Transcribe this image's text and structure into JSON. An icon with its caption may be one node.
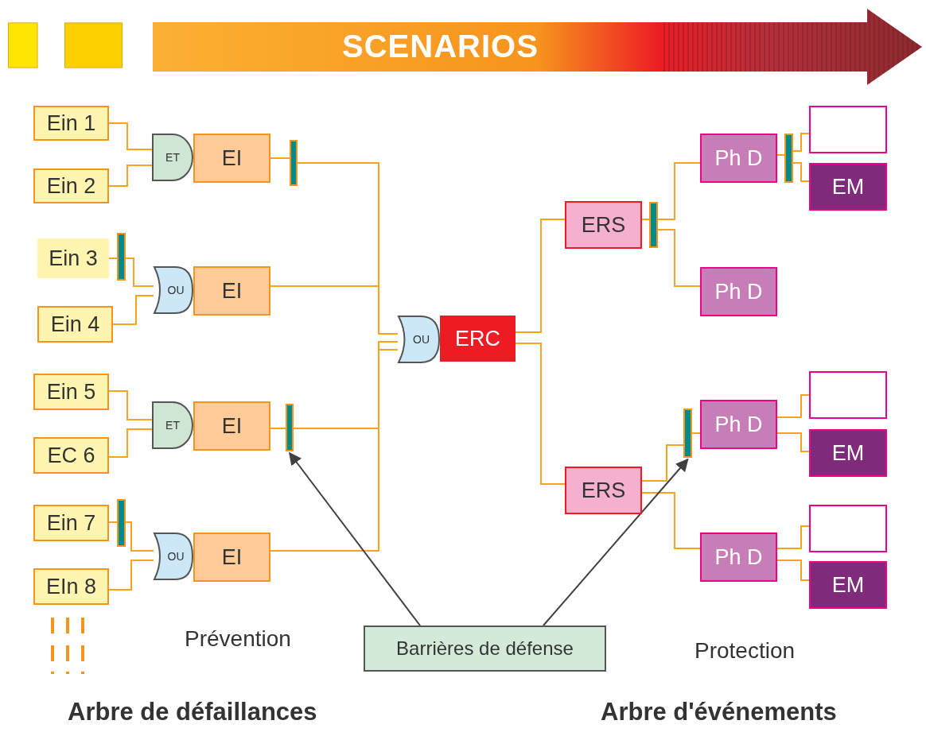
{
  "diagram": {
    "title": "SCENARIOS",
    "nodes": [
      {
        "text": [
          "Ein 1"
        ]
      },
      {
        "text": [
          "Ein 2"
        ]
      },
      {
        "text": [
          "ET"
        ]
      },
      {
        "text": [
          "EI"
        ]
      },
      {
        "text": [],
        "shape": "bar"
      },
      {
        "text": [
          "Ein 3"
        ]
      },
      {
        "text": [],
        "shape": "bar"
      },
      {
        "text": [
          "Ein 4"
        ]
      },
      {
        "text": [
          "OU"
        ]
      },
      {
        "text": [
          "EI"
        ]
      },
      {
        "text": [
          "Ein 5"
        ]
      },
      {
        "text": [
          "EC 6"
        ]
      },
      {
        "text": [
          "ET"
        ]
      },
      {
        "text": [
          "EI"
        ]
      },
      {
        "text": [],
        "shape": "bar"
      },
      {
        "text": [
          "Ein 7"
        ]
      },
      {
        "text": [],
        "shape": "bar"
      },
      {
        "text": [
          "EIn 8"
        ]
      },
      {
        "text": [
          "OU"
        ]
      },
      {
        "text": [
          "EI"
        ]
      },
      {
        "text": [
          "OU"
        ]
      },
      {
        "text": [
          "ERC"
        ]
      },
      {
        "text": [
          "ERS"
        ]
      },
      {
        "text": [],
        "shape": "bar"
      },
      {
        "text": [
          "Ph D"
        ]
      },
      {
        "text": [],
        "shape": "bar"
      },
      {
        "text": [],
        "shape": "box"
      },
      {
        "text": [
          "EM"
        ]
      },
      {
        "text": [
          "Ph D"
        ]
      },
      {
        "text": [
          "ERS"
        ]
      },
      {
        "text": [],
        "shape": "bar"
      },
      {
        "text": [
          "Ph D"
        ]
      },
      {
        "text": [],
        "shape": "box"
      },
      {
        "text": [
          "EM"
        ]
      },
      {
        "text": [
          "Ph D"
        ]
      },
      {
        "text": [],
        "shape": "box"
      },
      {
        "text": [
          "EM"
        ]
      },
      {
        "text": [
          "Barrières de défense"
        ]
      }
    ],
    "edges": [
      {
        "from": 0,
        "to": 2,
        "arrow": "none"
      },
      {
        "from": 1,
        "to": 2,
        "arrow": "none"
      },
      {
        "from": 3,
        "to": 4,
        "arrow": "none"
      },
      {
        "from": 4,
        "to": 20,
        "arrow": "none"
      },
      {
        "from": 5,
        "to": 6,
        "arrow": "none"
      },
      {
        "from": 6,
        "to": 8,
        "arrow": "none"
      },
      {
        "from": 7,
        "to": 8,
        "arrow": "none"
      },
      {
        "from": 9,
        "to": 20,
        "arrow": "none"
      },
      {
        "from": 10,
        "to": 12,
        "arrow": "none"
      },
      {
        "from": 11,
        "to": 12,
        "arrow": "none"
      },
      {
        "from": 13,
        "to": 14,
        "arrow": "none"
      },
      {
        "from": 14,
        "to": 20,
        "arrow": "none"
      },
      {
        "from": 15,
        "to": 16,
        "arrow": "none"
      },
      {
        "from": 16,
        "to": 18,
        "arrow": "none"
      },
      {
        "from": 17,
        "to": 18,
        "arrow": "none"
      },
      {
        "from": 19,
        "to": 20,
        "arrow": "none"
      },
      {
        "from": 21,
        "to": 22,
        "arrow": "none"
      },
      {
        "from": 21,
        "to": 29,
        "arrow": "none"
      },
      {
        "from": 22,
        "to": 23,
        "arrow": "none"
      },
      {
        "from": 23,
        "to": 24,
        "arrow": "none"
      },
      {
        "from": 23,
        "to": 28,
        "arrow": "none"
      },
      {
        "from": 24,
        "to": 25,
        "arrow": "none"
      },
      {
        "from": 25,
        "to": 26,
        "arrow": "none"
      },
      {
        "from": 25,
        "to": 27,
        "arrow": "none"
      },
      {
        "from": 29,
        "to": 30,
        "arrow": "none"
      },
      {
        "from": 30,
        "to": 31,
        "arrow": "none"
      },
      {
        "from": 29,
        "to": 34,
        "arrow": "none"
      },
      {
        "from": 31,
        "to": 32,
        "arrow": "none"
      },
      {
        "from": 31,
        "to": 33,
        "arrow": "none"
      },
      {
        "from": 34,
        "to": 35,
        "arrow": "none"
      },
      {
        "from": 34,
        "to": 36,
        "arrow": "none"
      },
      {
        "from": 37,
        "to": 14,
        "arrow": "to",
        "color": "#404040"
      },
      {
        "from": 37,
        "to": 30,
        "arrow": "to",
        "color": "#404040"
      }
    ],
    "labels": [
      "Prévention",
      "Protection",
      "Arbre de défaillances",
      "Arbre d'événements"
    ]
  }
}
